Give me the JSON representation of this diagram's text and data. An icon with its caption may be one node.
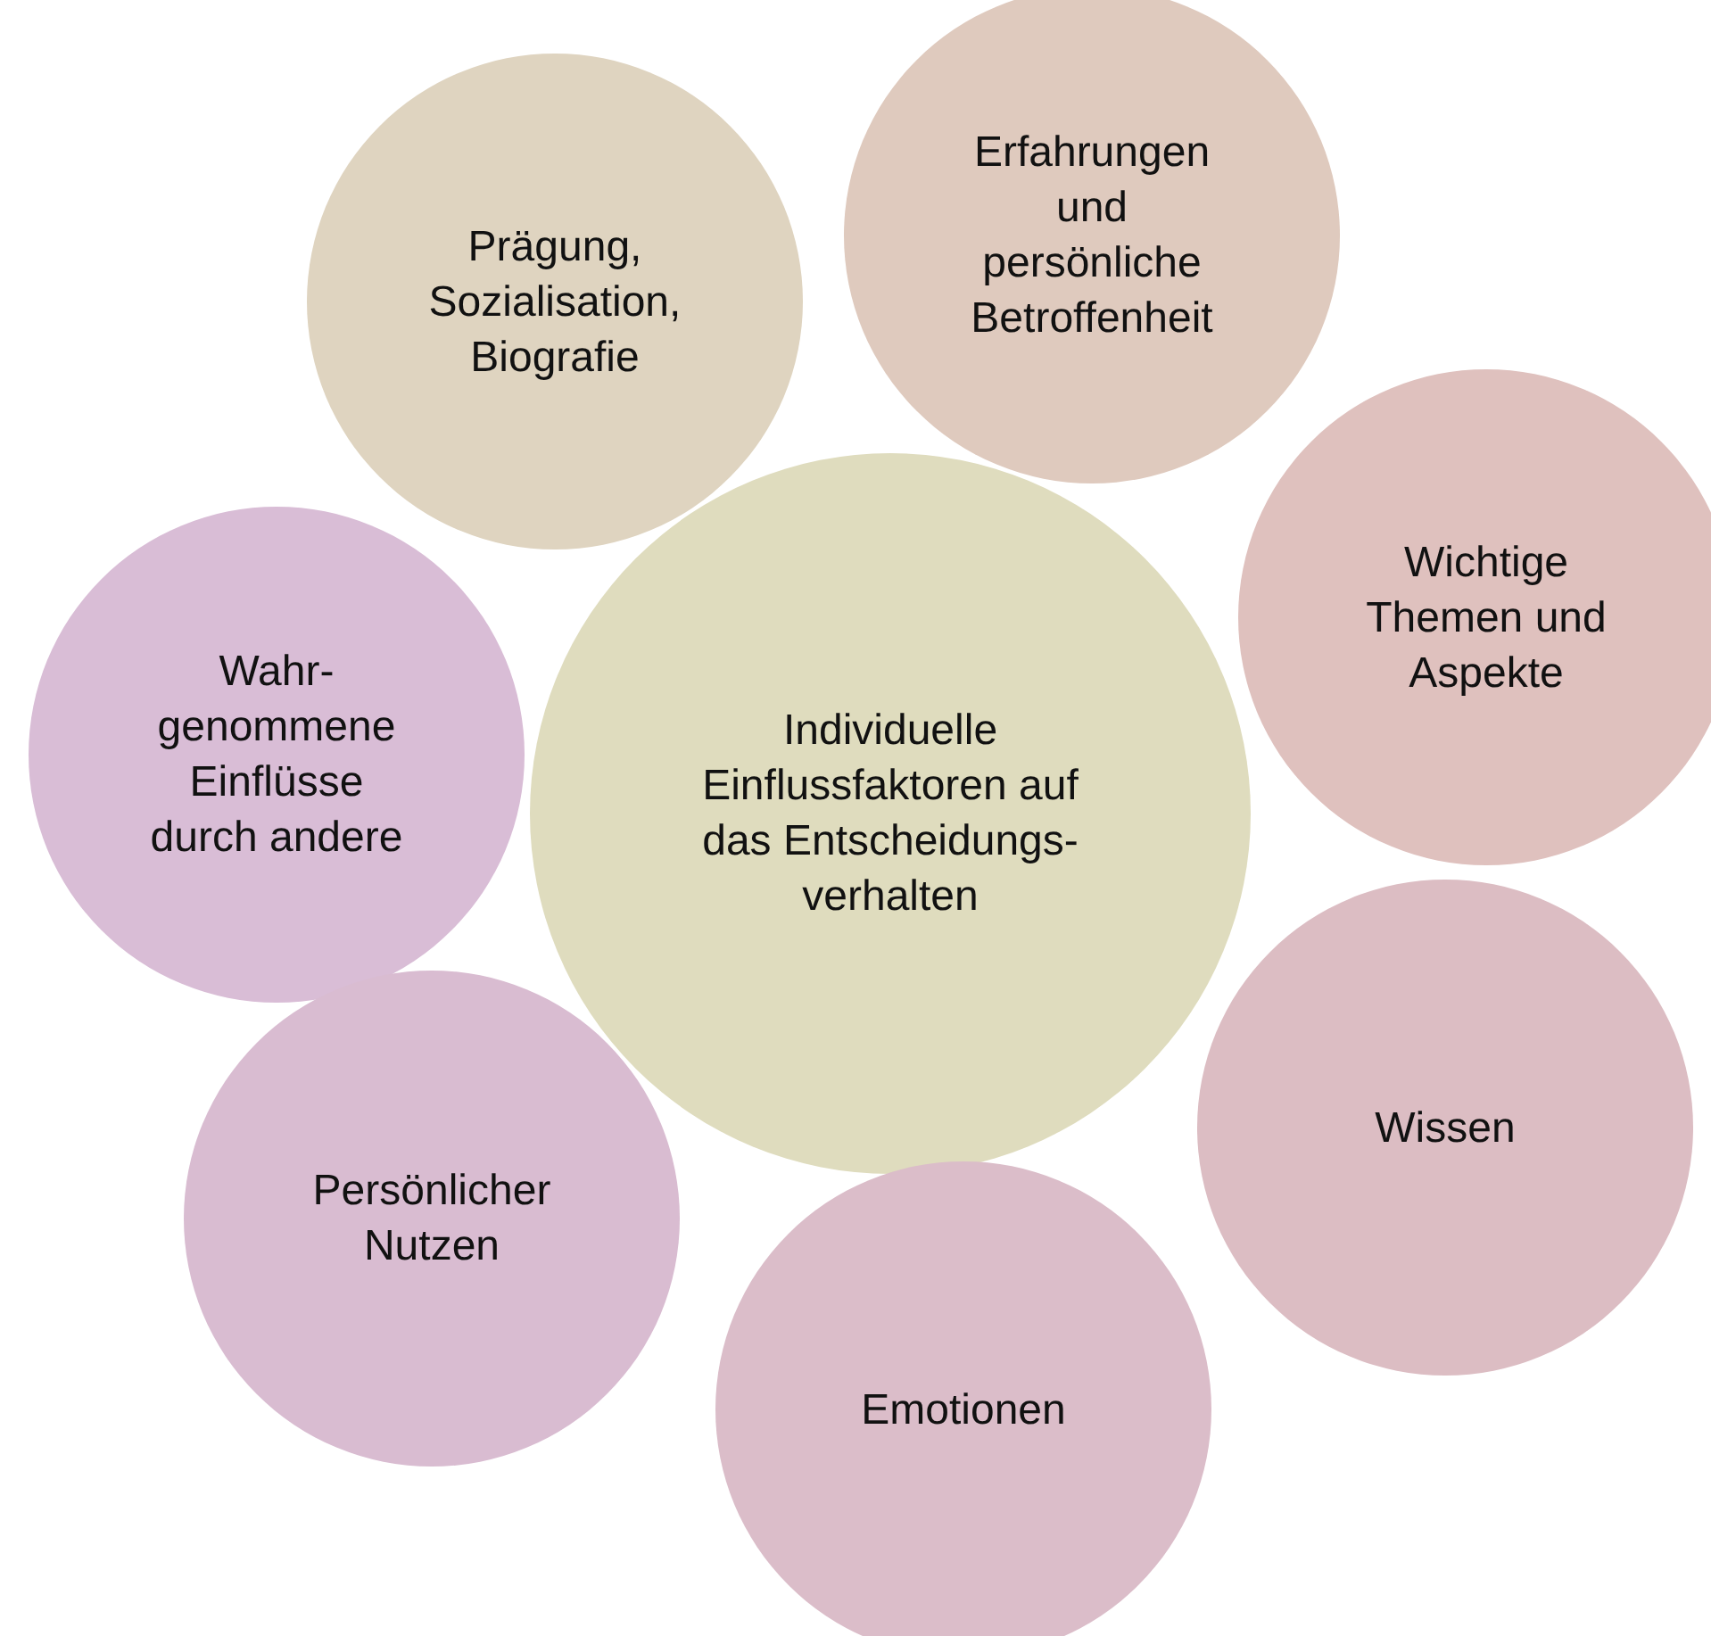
{
  "diagram": {
    "nodes": [
      {
        "text": [
          "Prägung, Sozialisation, Biografie"
        ]
      },
      {
        "text": [
          "Erfahrungen und persönliche Betroffenheit"
        ]
      },
      {
        "text": [
          "Wahr- genommene Einflüsse durch andere"
        ]
      },
      {
        "text": [
          "Individuelle Einflussfaktoren auf das Entscheidungs- verhalten"
        ]
      },
      {
        "text": [
          "Wichtige Themen und Aspekte"
        ]
      },
      {
        "text": [
          "Persönlicher Nutzen"
        ]
      },
      {
        "text": [
          "Wissen"
        ]
      },
      {
        "text": [
          "Emotionen"
        ]
      }
    ]
  }
}
